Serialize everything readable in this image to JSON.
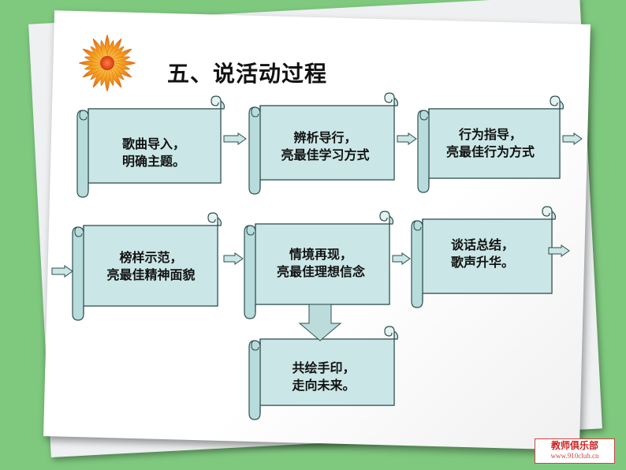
{
  "title": "五、说活动过程",
  "steps": [
    {
      "line1": "歌曲导入，",
      "line2": "明确主题。"
    },
    {
      "line1": "辨析导行，",
      "line2": "亮最佳学习方式"
    },
    {
      "line1": "行为指导，",
      "line2": "亮最佳行为方式"
    },
    {
      "line1": "榜样示范，",
      "line2": "亮最佳精神面貌"
    },
    {
      "line1": "情境再现，",
      "line2": "亮最佳理想信念"
    },
    {
      "line1": "谈话总结，",
      "line2": "歌声升华。"
    },
    {
      "line1": "共绘手印，",
      "line2": "走向未来。"
    }
  ],
  "badge": {
    "line1": "教师俱乐部",
    "line2": "www.910club.cn"
  },
  "colors": {
    "background": "#7fc97f",
    "scroll_fill": "#cbe6e6",
    "scroll_stroke": "#2f4f4f",
    "flower": "#f0a020"
  }
}
